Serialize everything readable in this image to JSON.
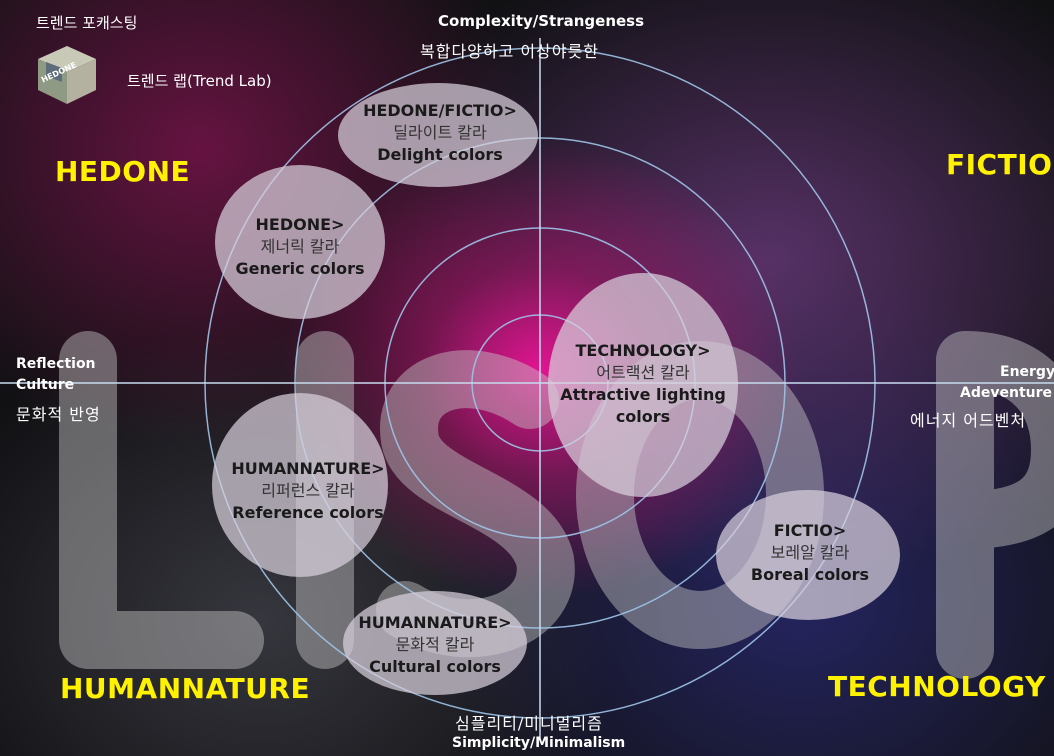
{
  "header": {
    "title_kr": "트렌드 포캐스팅",
    "lab_label": "트렌드 랩(Trend Lab)",
    "logo_text": "HEDONE"
  },
  "axes": {
    "top_en": "Complexity/Strangeness",
    "top_kr": "복합다양하고 이상야릇한",
    "bottom_kr": "심플리티/미니멀리즘",
    "bottom_en": "Simplicity/Minimalism",
    "left_en_1": "Reflection",
    "left_en_2": "Culture",
    "left_kr": "문화적 반영",
    "right_en_1": "Energy",
    "right_en_2": "Adeventure",
    "right_kr": "에너지 어드벤처"
  },
  "quadrants": {
    "top_left": "HEDONE",
    "top_right": "FICTIO",
    "bottom_left": "HUMANNATURE",
    "bottom_right": "TECHNOLOGY"
  },
  "background_letters": "LISOP",
  "bubbles": [
    {
      "category": "HEDONE/FICTIO>",
      "kr": "딜라이트 칼라",
      "en": "Delight colors"
    },
    {
      "category": "HEDONE>",
      "kr": "제너릭 칼라",
      "en": "Generic colors"
    },
    {
      "category": "TECHNOLOGY>",
      "kr": "어트랙션 칼라",
      "en": "Attractive lighting colors"
    },
    {
      "category": "HUMANNATURE>",
      "kr": "리퍼런스 칼라",
      "en": "Reference colors"
    },
    {
      "category": "FICTIO>",
      "kr": "보레알 칼라",
      "en": "Boreal colors"
    },
    {
      "category": "HUMANNATURE>",
      "kr": "문화적 칼라",
      "en": "Cultural colors"
    }
  ],
  "colors": {
    "quadrant_label": "#fff200",
    "circle_line": "#9fc4e8",
    "center_glow": "#eb1496",
    "bubble_fill": "#d8d0dc"
  }
}
